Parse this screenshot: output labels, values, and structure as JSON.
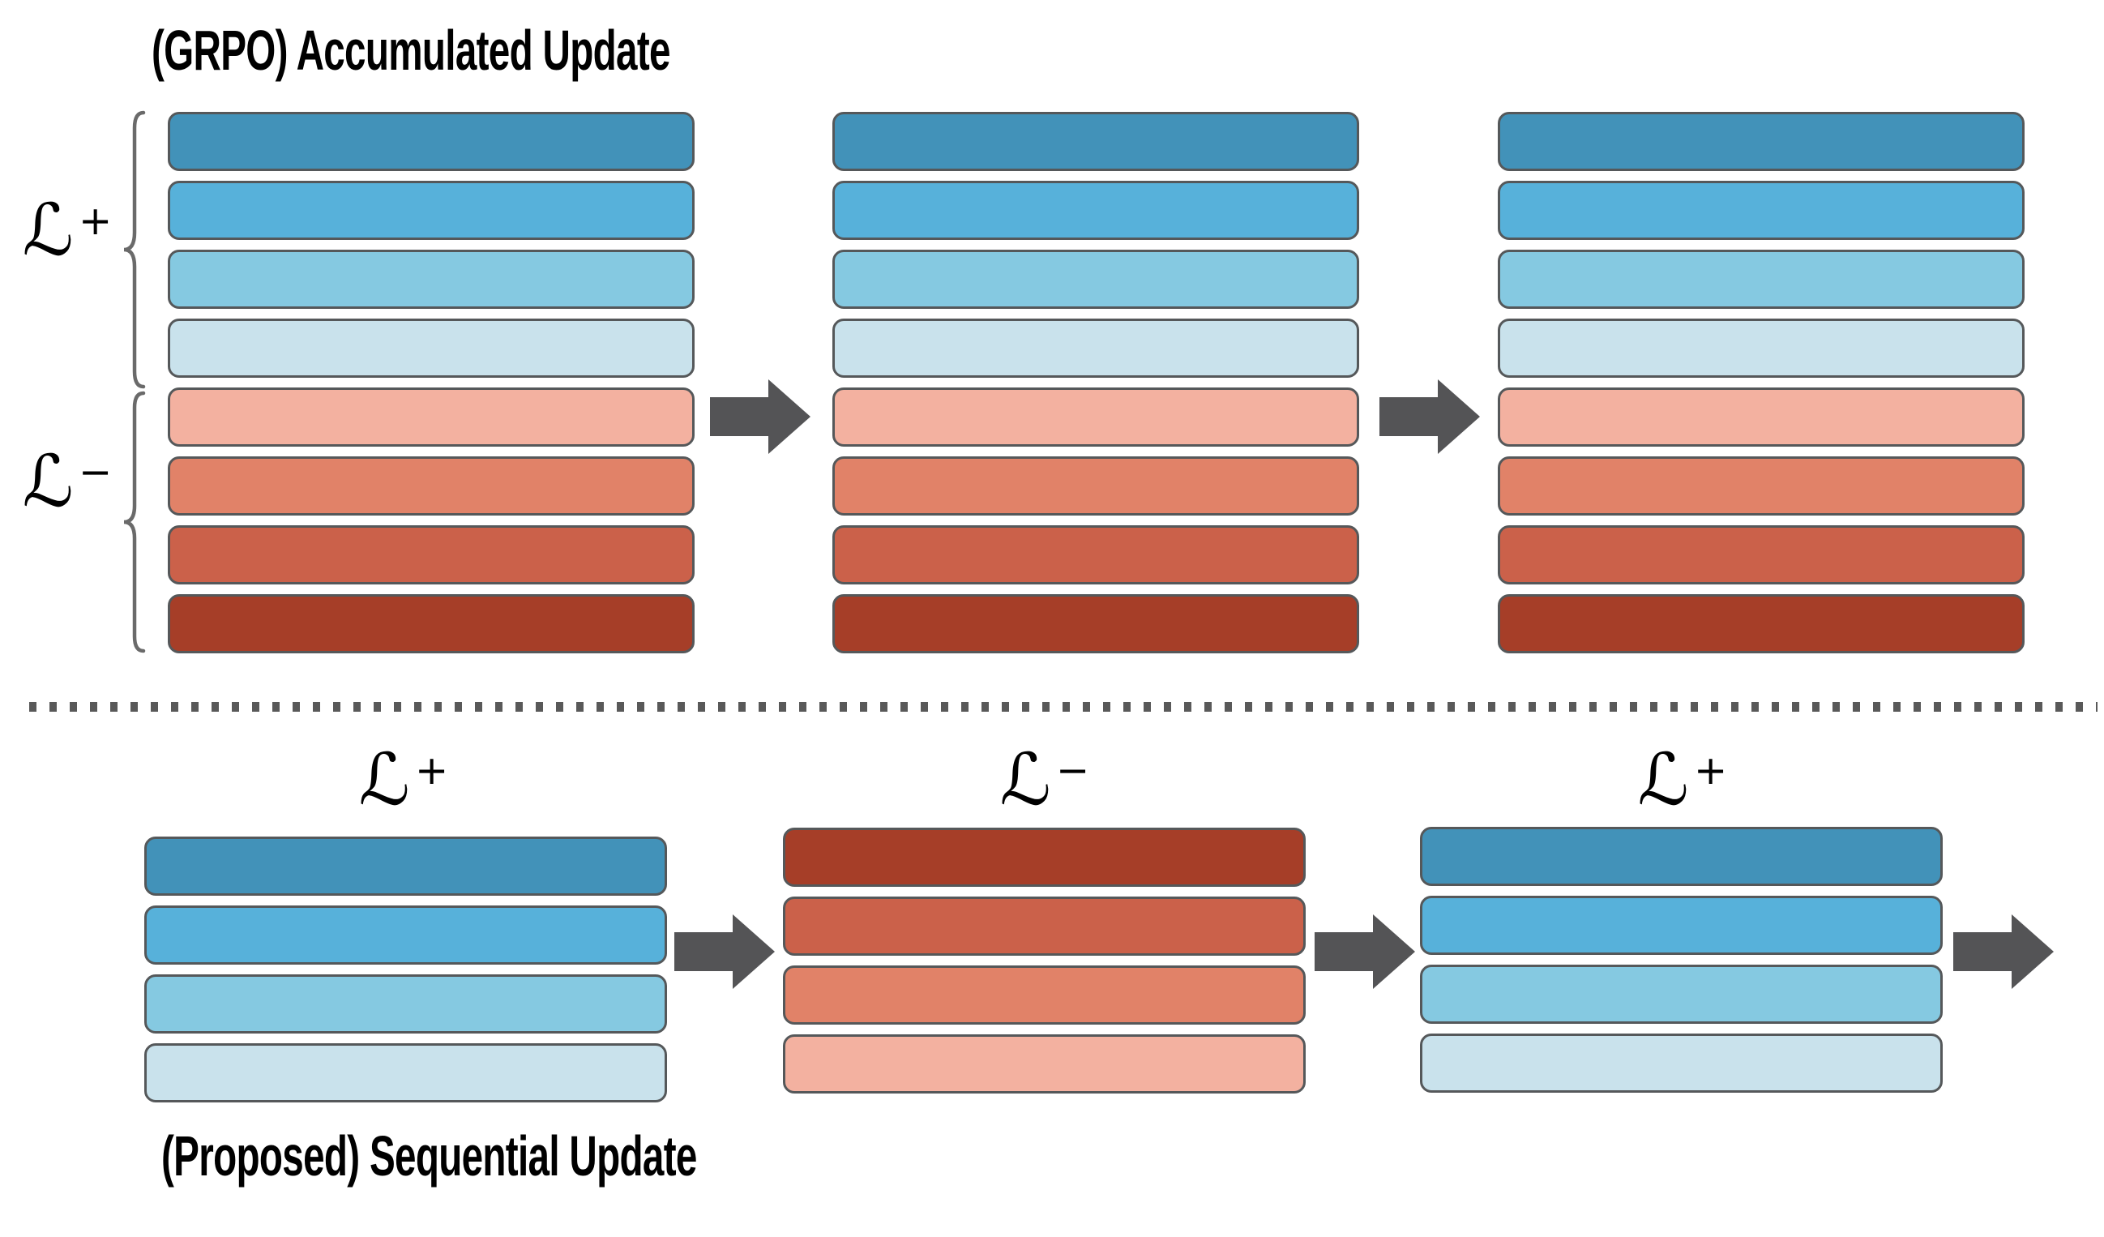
{
  "figure": {
    "top": {
      "title": "(GRPO) Accumulated Update",
      "positive_label": {
        "base": "ℒ",
        "sup": "+"
      },
      "negative_label": {
        "base": "ℒ",
        "sup": "−"
      },
      "stacks": [
        {
          "bars": [
            "#4292B9",
            "#57B1DA",
            "#85C9E1",
            "#C9E2EC",
            "#F3B1A0",
            "#E18268",
            "#CB614A",
            "#A63E28"
          ]
        },
        {
          "bars": [
            "#4292B9",
            "#57B1DA",
            "#85C9E1",
            "#C9E2EC",
            "#F3B1A0",
            "#E18268",
            "#CB614A",
            "#A63E28"
          ]
        },
        {
          "bars": [
            "#4292B9",
            "#57B1DA",
            "#85C9E1",
            "#C9E2EC",
            "#F3B1A0",
            "#E18268",
            "#CB614A",
            "#A63E28"
          ]
        }
      ]
    },
    "bottom": {
      "caption": "(Proposed) Sequential Update",
      "steps": [
        {
          "label": {
            "base": "ℒ",
            "sup": "+"
          },
          "bars": [
            "#4292B9",
            "#57B1DA",
            "#85C9E1",
            "#C9E2EC"
          ]
        },
        {
          "label": {
            "base": "ℒ",
            "sup": "−"
          },
          "bars": [
            "#A63E28",
            "#CB614A",
            "#E18268",
            "#F3B1A0"
          ]
        },
        {
          "label": {
            "base": "ℒ",
            "sup": "+"
          },
          "bars": [
            "#4292B9",
            "#57B1DA",
            "#85C9E1",
            "#C9E2EC"
          ]
        }
      ]
    },
    "colors": {
      "arrow": "#545456",
      "bar_border": "#55585A",
      "brace": "#6A6A6A",
      "divider": "#595959",
      "text": "#000000",
      "background": "#FFFFFF"
    }
  }
}
